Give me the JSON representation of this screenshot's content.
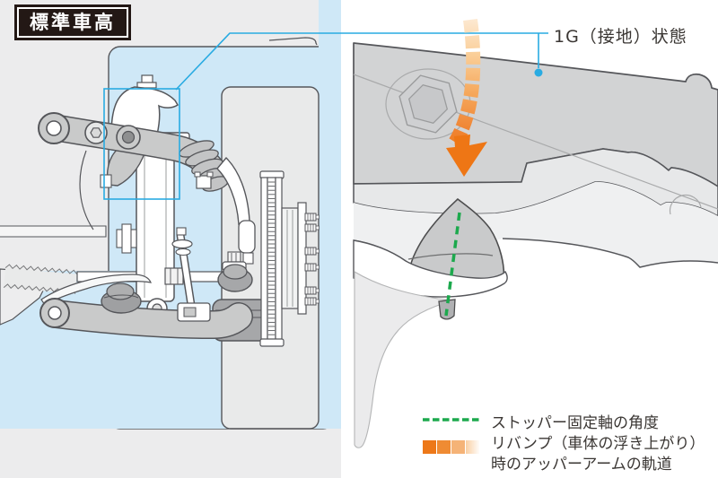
{
  "diagram": {
    "badge": "標準車高",
    "state_label": "1G（接地）状態"
  },
  "legend": {
    "items": [
      {
        "swatch": "green-dashed-line",
        "lines": [
          "ストッパー固定軸の角度"
        ]
      },
      {
        "swatch": "orange-gradient-squares",
        "lines": [
          "リバンプ（車体の浮き上がり）",
          "時のアッパーアームの軌道"
        ]
      }
    ]
  },
  "colors": {
    "panel_background_gray": "#ECECED",
    "panel_background_blue": "#CFE8F7",
    "callout_blue": "#29ABE2",
    "stopper_axis_green": "#1CA94D",
    "trajectory_orange_strong": "#EE7615",
    "trajectory_orange_fade": "#FDEBD6",
    "outline_dark": "#55565A",
    "text_color": "#3A3633",
    "trajectory_swatches": [
      "#ED7818",
      "#EF8B33",
      "#F5B377",
      "#F9CFA3"
    ]
  }
}
